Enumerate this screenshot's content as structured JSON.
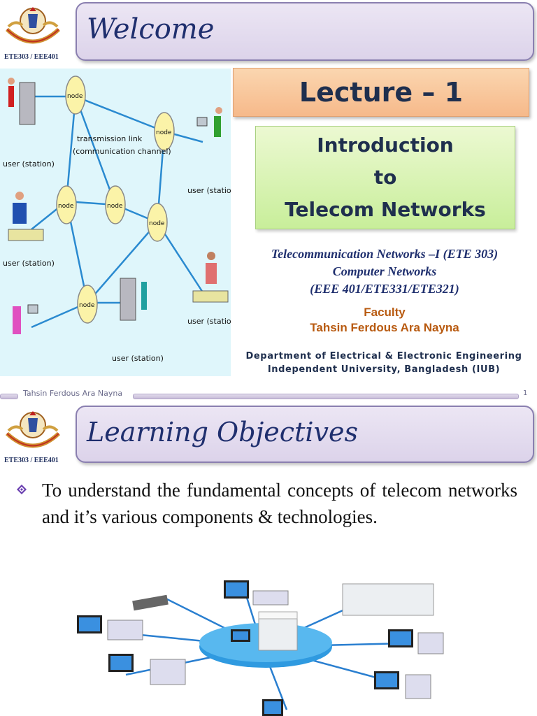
{
  "slide1": {
    "course_code": "ETE303 / EEE401",
    "title": "Welcome",
    "lecture": "Lecture – 1",
    "intro_lines": [
      "Introduction",
      "to",
      "Telecom Networks"
    ],
    "course_lines": [
      "Telecommunication Networks –I (ETE 303)",
      "Computer Networks",
      "(EEE 401/ETE331/ETE321)"
    ],
    "faculty_label": "Faculty",
    "faculty_name": "Tahsin Ferdous Ara Nayna",
    "dept_lines": [
      "Department of Electrical & Electronic Engineering",
      "Independent University, Bangladesh (IUB)"
    ],
    "diagram": {
      "node_label": "node",
      "station_label": "user (station)",
      "link_label_1": "transmission link",
      "link_label_2": "(communication channel)"
    }
  },
  "footer": {
    "author": "Tahsin Ferdous Ara Nayna",
    "page": "1"
  },
  "slide2": {
    "course_code": "ETE303 / EEE401",
    "title": "Learning Objectives",
    "bullet_text": "To understand the fundamental concepts of telecom networks and it’s various components & technologies."
  },
  "colors": {
    "title_text": "#1f2f6e",
    "faculty": "#b85a10",
    "bullet": "#6a3fb0"
  }
}
